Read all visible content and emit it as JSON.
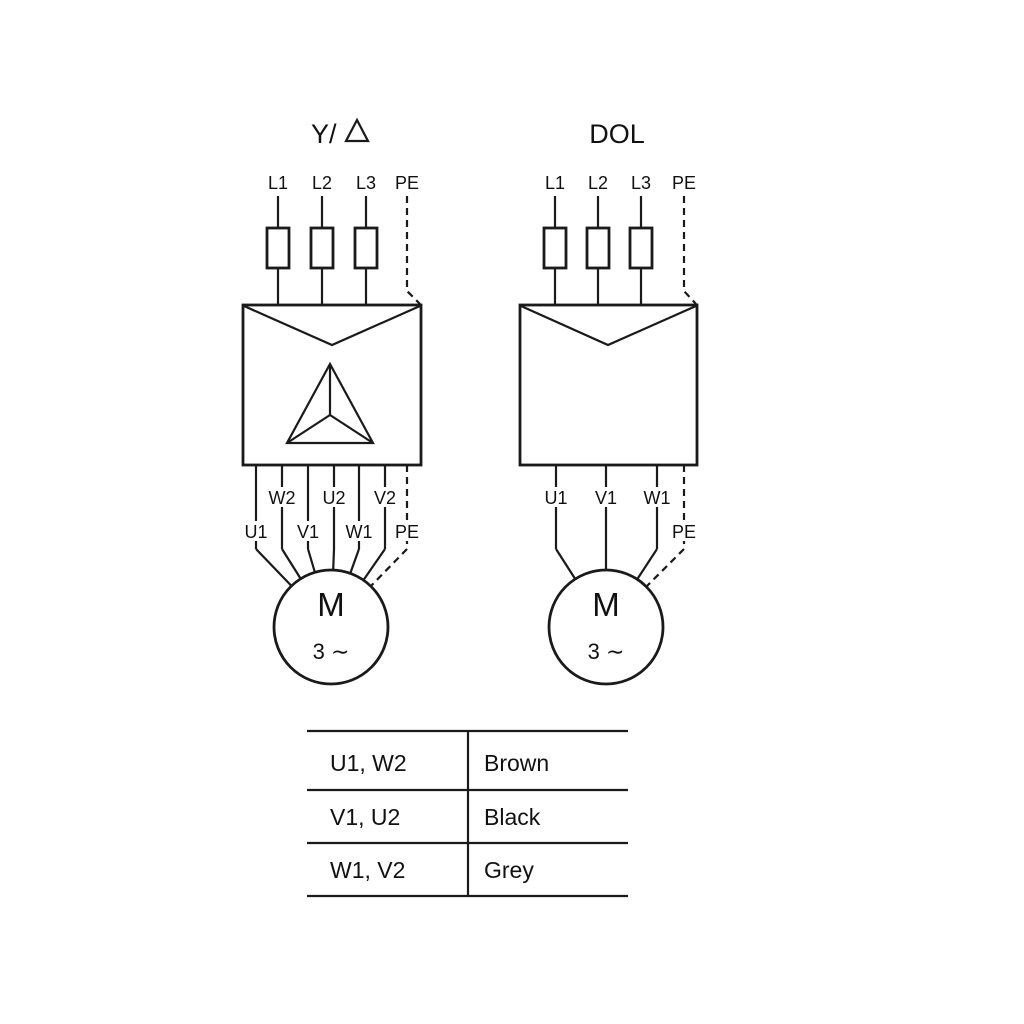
{
  "yd": {
    "title": "Y/",
    "supply": [
      "L1",
      "L2",
      "L3"
    ],
    "pe_top": "PE",
    "row1": [
      "W2",
      "U2",
      "V2"
    ],
    "row2": [
      "U1",
      "V1",
      "W1"
    ],
    "pe_bottom": "PE",
    "motor_letter": "M",
    "motor_phase": "3 ∼"
  },
  "dol": {
    "title": "DOL",
    "supply": [
      "L1",
      "L2",
      "L3"
    ],
    "pe_top": "PE",
    "terminals": [
      "U1",
      "V1",
      "W1"
    ],
    "pe_bottom": "PE",
    "motor_letter": "M",
    "motor_phase": "3 ∼"
  },
  "table": {
    "rows": [
      {
        "terminals": "U1, W2",
        "color": "Brown"
      },
      {
        "terminals": "V1, U2",
        "color": "Black"
      },
      {
        "terminals": "W1, V2",
        "color": "Grey"
      }
    ]
  },
  "icons": {
    "delta_icon": "△"
  },
  "colors": {
    "ink": "#1a1a1a",
    "background": "#ffffff"
  }
}
